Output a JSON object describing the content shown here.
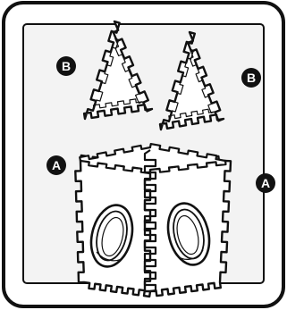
{
  "diagram": {
    "labels": {
      "part_a": "A",
      "part_b": "B"
    },
    "colors": {
      "outline": "#111111",
      "frame_fill": "#f3f3f3",
      "panel_fill": "#ffffff",
      "badge_fill": "#111111",
      "badge_text": "#ffffff"
    },
    "parts": [
      {
        "id": "A",
        "shape": "puzzle-cube",
        "count": 2
      },
      {
        "id": "B",
        "shape": "puzzle-triangle",
        "count": 2
      }
    ]
  }
}
